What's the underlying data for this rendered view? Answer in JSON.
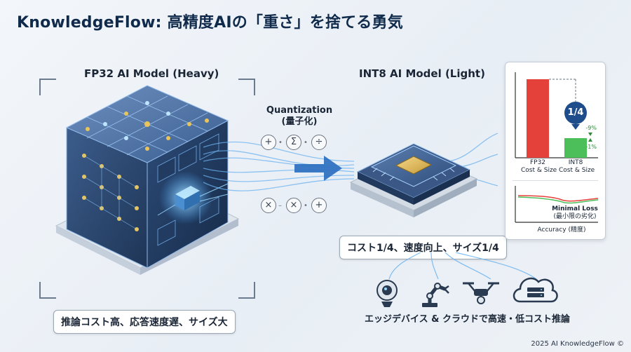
{
  "title": "KnowledgeFlow: 高精度AIの「重さ」を捨てる勇気",
  "left": {
    "model_label": "FP32 AI Model (Heavy)",
    "caption": "推論コスト高、応答速度遅、サイズ大"
  },
  "center": {
    "label_line1": "Quantization",
    "label_line2": "(量子化)",
    "ops_top": [
      "+",
      "Σ",
      "÷"
    ],
    "ops_bottom": [
      "×",
      "×",
      "+"
    ]
  },
  "right": {
    "model_label": "INT8 AI Model (Light)",
    "caption": "コスト1/4、速度向上、サイズ1/4"
  },
  "panel": {
    "ratio_badge": "1/4",
    "delta_top": "-9%",
    "delta_bottom": "-1%",
    "bar_fp32_label_line1": "FP32",
    "bar_fp32_label_line2": "Cost & Size",
    "bar_int8_label_line1": "INT8",
    "bar_int8_label_line2": "Cost & Size",
    "bar_fp32_value": 1.0,
    "bar_int8_value": 0.25,
    "loss_label_line1": "Minimal Loss",
    "loss_label_line2": "(最小限の劣化)",
    "accuracy_label": "Accuracy (精度)",
    "colors": {
      "fp32": "#e5413b",
      "int8": "#4cbf5a",
      "badge": "#1f4c8a"
    }
  },
  "edge": {
    "icons": [
      "webcam-icon",
      "robot-arm-icon",
      "drone-icon",
      "cloud-server-icon"
    ],
    "caption": "エッジデバイス & クラウドで高速・低コスト推論"
  },
  "copyright": "2025 AI KnowledgeFlow ©"
}
